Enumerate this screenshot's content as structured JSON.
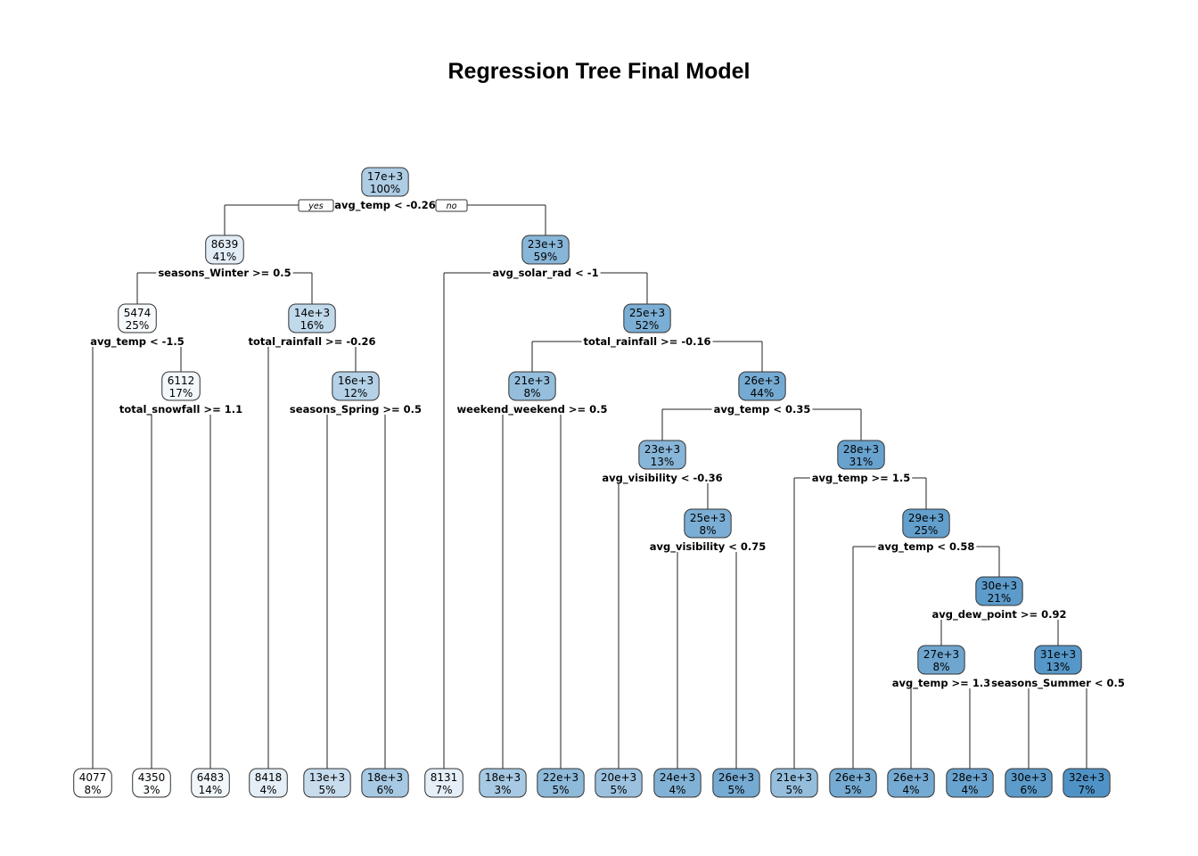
{
  "title": "Regression Tree Final Model",
  "branch_tags": {
    "yes": "yes",
    "no": "no"
  },
  "color_scale": {
    "low": "#ffffff",
    "high": "#4f93c6",
    "min_value": 4077,
    "max_value": 32000
  },
  "nodes": [
    {
      "id": "n1",
      "value_label": "17e+3",
      "percent": "100%",
      "value": 17000,
      "split": "avg_temp < -0.26"
    },
    {
      "id": "n2",
      "value_label": "8639",
      "percent": "41%",
      "value": 8639,
      "split": "seasons_Winter >= 0.5"
    },
    {
      "id": "n3",
      "value_label": "23e+3",
      "percent": "59%",
      "value": 23000,
      "split": "avg_solar_rad < -1"
    },
    {
      "id": "n4",
      "value_label": "5474",
      "percent": "25%",
      "value": 5474,
      "split": "avg_temp < -1.5"
    },
    {
      "id": "n5",
      "value_label": "14e+3",
      "percent": "16%",
      "value": 14000,
      "split": "total_rainfall >= -0.26"
    },
    {
      "id": "n7",
      "value_label": "25e+3",
      "percent": "52%",
      "value": 25000,
      "split": "total_rainfall >= -0.16"
    },
    {
      "id": "n9",
      "value_label": "6112",
      "percent": "17%",
      "value": 6112,
      "split": "total_snowfall >= 1.1"
    },
    {
      "id": "n11",
      "value_label": "16e+3",
      "percent": "12%",
      "value": 16000,
      "split": "seasons_Spring >= 0.5"
    },
    {
      "id": "n14",
      "value_label": "21e+3",
      "percent": "8%",
      "value": 21000,
      "split": "weekend_weekend >= 0.5"
    },
    {
      "id": "n15",
      "value_label": "26e+3",
      "percent": "44%",
      "value": 26000,
      "split": "avg_temp < 0.35"
    },
    {
      "id": "n30",
      "value_label": "23e+3",
      "percent": "13%",
      "value": 23000,
      "split": "avg_visibility < -0.36"
    },
    {
      "id": "n31",
      "value_label": "28e+3",
      "percent": "31%",
      "value": 28000,
      "split": "avg_temp >= 1.5"
    },
    {
      "id": "n61",
      "value_label": "25e+3",
      "percent": "8%",
      "value": 25000,
      "split": "avg_visibility < 0.75"
    },
    {
      "id": "n63",
      "value_label": "29e+3",
      "percent": "25%",
      "value": 29000,
      "split": "avg_temp < 0.58"
    },
    {
      "id": "n127",
      "value_label": "30e+3",
      "percent": "21%",
      "value": 30000,
      "split": "avg_dew_point >= 0.92"
    },
    {
      "id": "n254",
      "value_label": "27e+3",
      "percent": "8%",
      "value": 27000,
      "split": "avg_temp >= 1.3"
    },
    {
      "id": "n255",
      "value_label": "31e+3",
      "percent": "13%",
      "value": 31000,
      "split": "seasons_Summer < 0.5"
    },
    {
      "id": "L1",
      "value_label": "4077",
      "percent": "8%",
      "value": 4077
    },
    {
      "id": "L2",
      "value_label": "4350",
      "percent": "3%",
      "value": 4350
    },
    {
      "id": "L3",
      "value_label": "6483",
      "percent": "14%",
      "value": 6483
    },
    {
      "id": "L4",
      "value_label": "8418",
      "percent": "4%",
      "value": 8418
    },
    {
      "id": "L5",
      "value_label": "13e+3",
      "percent": "5%",
      "value": 13000
    },
    {
      "id": "L6",
      "value_label": "18e+3",
      "percent": "6%",
      "value": 18000
    },
    {
      "id": "L7",
      "value_label": "8131",
      "percent": "7%",
      "value": 8131
    },
    {
      "id": "L8",
      "value_label": "18e+3",
      "percent": "3%",
      "value": 18000
    },
    {
      "id": "L9",
      "value_label": "22e+3",
      "percent": "5%",
      "value": 22000
    },
    {
      "id": "L10",
      "value_label": "20e+3",
      "percent": "5%",
      "value": 20000
    },
    {
      "id": "L11",
      "value_label": "24e+3",
      "percent": "4%",
      "value": 24000
    },
    {
      "id": "L12",
      "value_label": "26e+3",
      "percent": "5%",
      "value": 26000
    },
    {
      "id": "L13",
      "value_label": "21e+3",
      "percent": "5%",
      "value": 21000
    },
    {
      "id": "L14",
      "value_label": "26e+3",
      "percent": "5%",
      "value": 26000
    },
    {
      "id": "L15",
      "value_label": "26e+3",
      "percent": "4%",
      "value": 26000
    },
    {
      "id": "L16",
      "value_label": "28e+3",
      "percent": "4%",
      "value": 28000
    },
    {
      "id": "L17",
      "value_label": "30e+3",
      "percent": "6%",
      "value": 30000
    },
    {
      "id": "L18",
      "value_label": "32e+3",
      "percent": "7%",
      "value": 32000
    }
  ],
  "edges": [
    [
      "n1",
      "n2"
    ],
    [
      "n1",
      "n3"
    ],
    [
      "n2",
      "n4"
    ],
    [
      "n2",
      "n5"
    ],
    [
      "n3",
      "L7"
    ],
    [
      "n3",
      "n7"
    ],
    [
      "n4",
      "L1"
    ],
    [
      "n4",
      "n9"
    ],
    [
      "n5",
      "L4"
    ],
    [
      "n5",
      "n11"
    ],
    [
      "n7",
      "n14"
    ],
    [
      "n7",
      "n15"
    ],
    [
      "n9",
      "L2"
    ],
    [
      "n9",
      "L3"
    ],
    [
      "n11",
      "L5"
    ],
    [
      "n11",
      "L6"
    ],
    [
      "n14",
      "L8"
    ],
    [
      "n14",
      "L9"
    ],
    [
      "n15",
      "n30"
    ],
    [
      "n15",
      "n31"
    ],
    [
      "n30",
      "L10"
    ],
    [
      "n30",
      "n61"
    ],
    [
      "n31",
      "L13"
    ],
    [
      "n31",
      "n63"
    ],
    [
      "n61",
      "L11"
    ],
    [
      "n61",
      "L12"
    ],
    [
      "n63",
      "L14"
    ],
    [
      "n63",
      "n127"
    ],
    [
      "n127",
      "n254"
    ],
    [
      "n127",
      "n255"
    ],
    [
      "n254",
      "L15"
    ],
    [
      "n254",
      "L16"
    ],
    [
      "n255",
      "L17"
    ],
    [
      "n255",
      "L18"
    ]
  ]
}
